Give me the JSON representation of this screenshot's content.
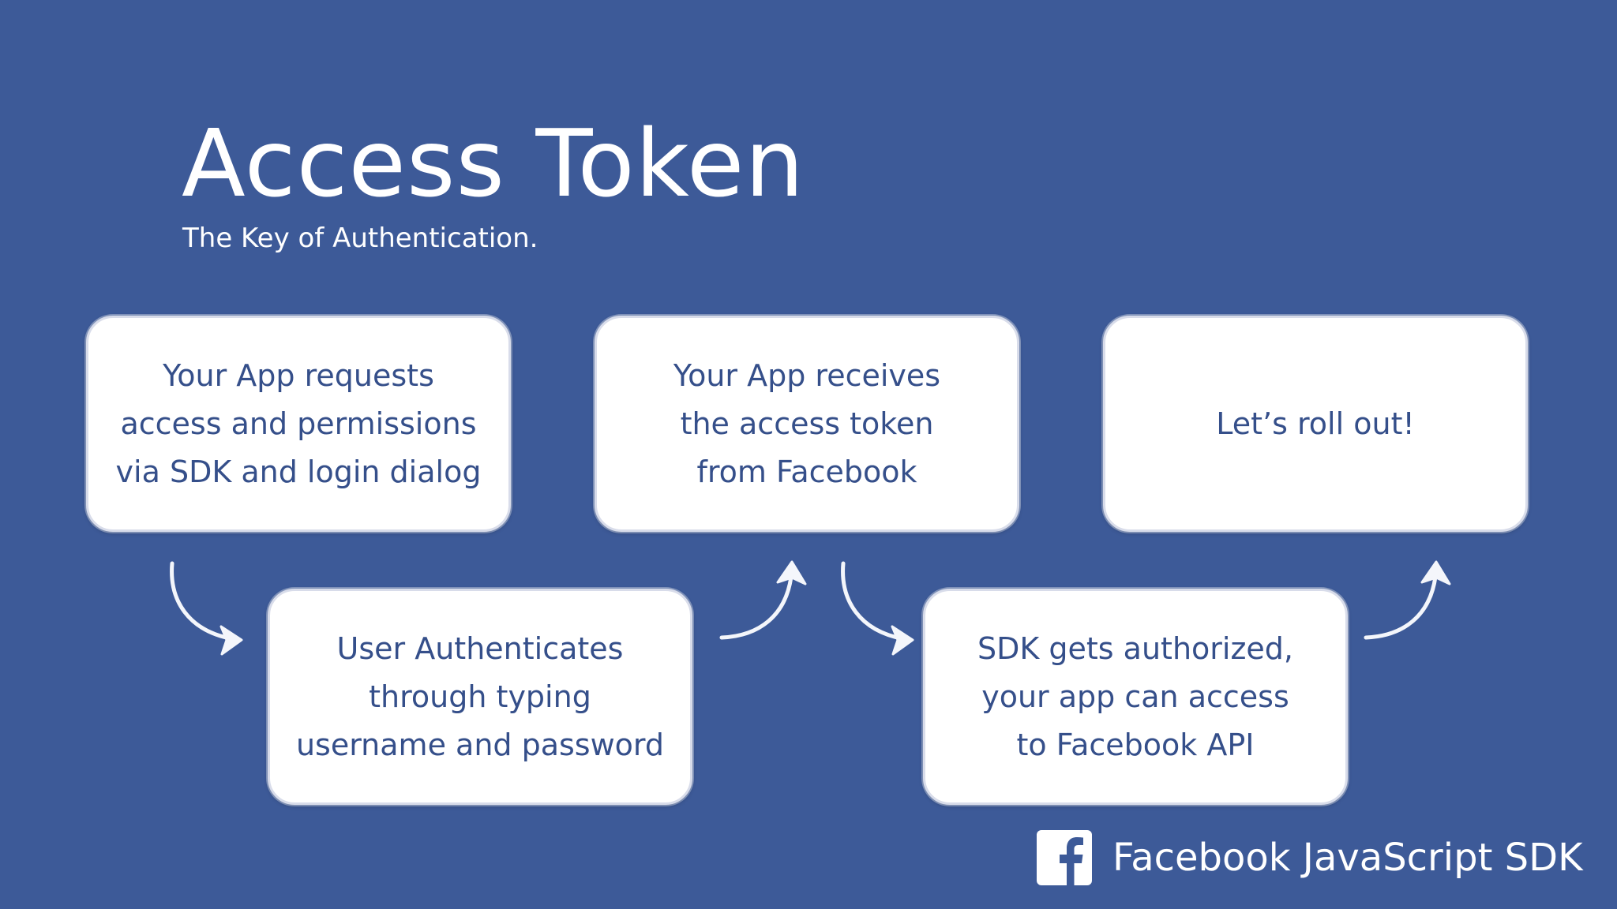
{
  "slide": {
    "title": "Access Token",
    "subtitle": "The Key of Authentication."
  },
  "steps": [
    {
      "text": "Your App requests\naccess and permissions\nvia SDK and login dialog"
    },
    {
      "text": "User Authenticates\nthrough typing\nusername and password"
    },
    {
      "text": "Your App receives\nthe access token\nfrom Facebook"
    },
    {
      "text": "SDK gets authorized,\nyour app can access\nto Facebook API"
    },
    {
      "text": "Let’s roll out!"
    }
  ],
  "footer": {
    "brand": "Facebook JavaScript SDK",
    "logo_icon": "facebook-logo-icon"
  },
  "colors": {
    "background": "#3d5a98",
    "card": "#ffffff",
    "card_text": "#354f8a",
    "arrow": "#f4f6fb"
  }
}
